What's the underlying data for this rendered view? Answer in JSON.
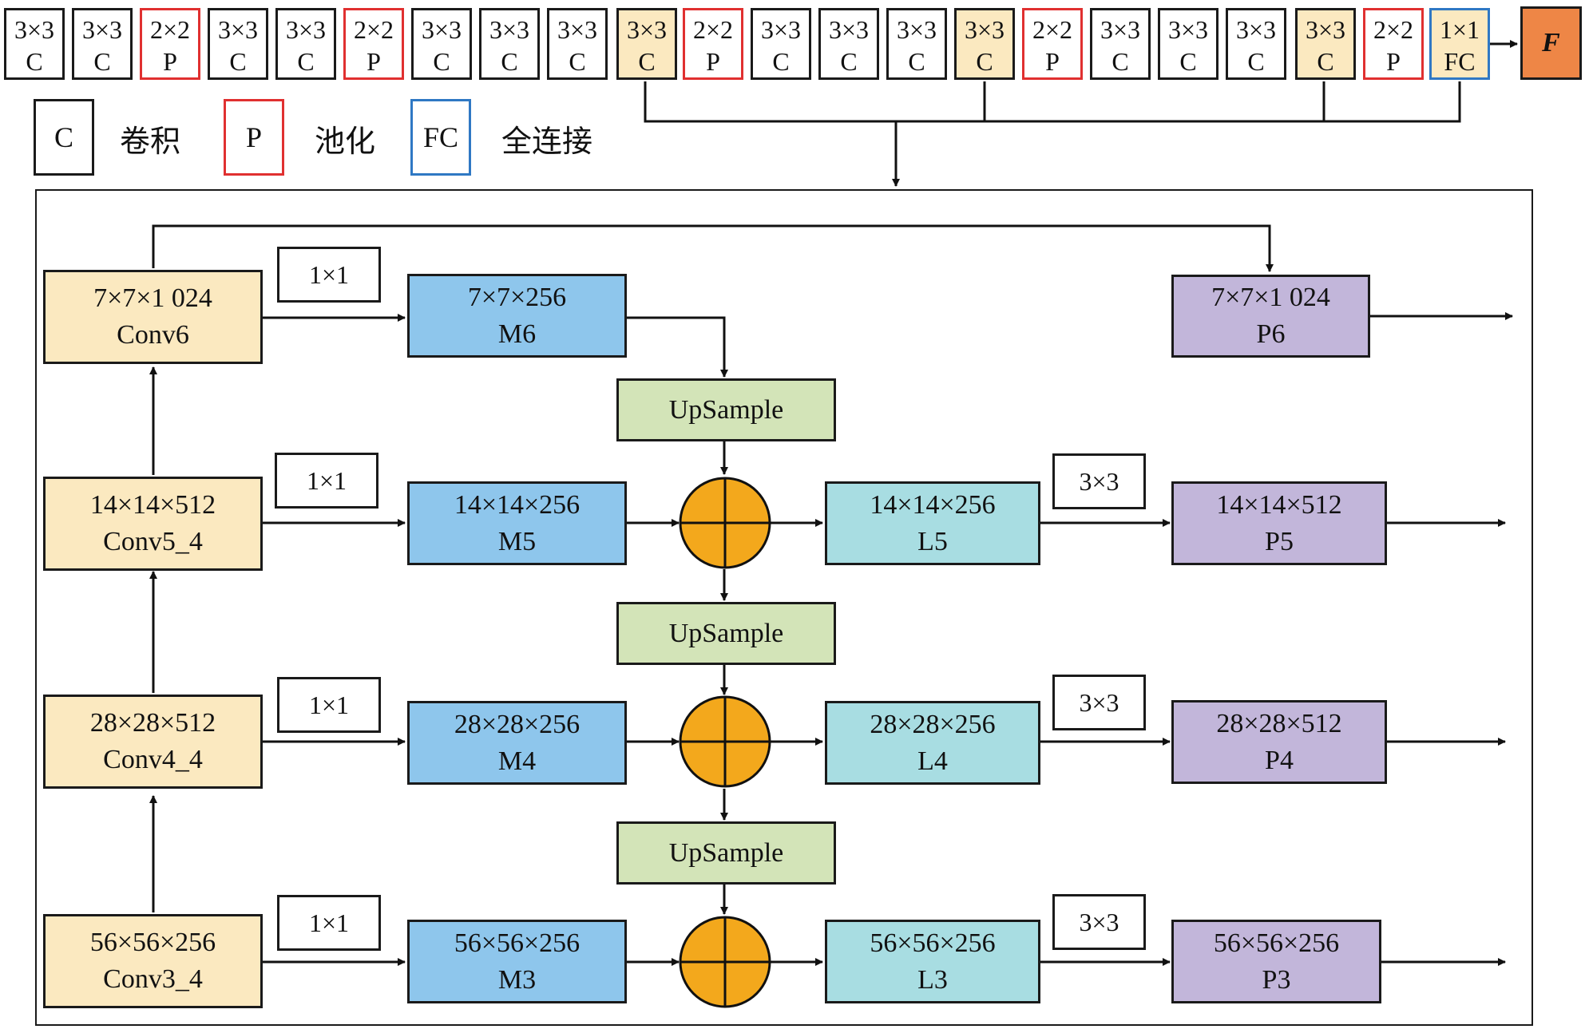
{
  "backbone": {
    "cells": [
      {
        "size": "3×3",
        "type": "C"
      },
      {
        "size": "3×3",
        "type": "C"
      },
      {
        "size": "2×2",
        "type": "P"
      },
      {
        "size": "3×3",
        "type": "C"
      },
      {
        "size": "3×3",
        "type": "C"
      },
      {
        "size": "2×2",
        "type": "P"
      },
      {
        "size": "3×3",
        "type": "C"
      },
      {
        "size": "3×3",
        "type": "C"
      },
      {
        "size": "3×3",
        "type": "C"
      },
      {
        "size": "3×3",
        "type": "C"
      },
      {
        "size": "2×2",
        "type": "P"
      },
      {
        "size": "3×3",
        "type": "C"
      },
      {
        "size": "3×3",
        "type": "C"
      },
      {
        "size": "3×3",
        "type": "C"
      },
      {
        "size": "3×3",
        "type": "C"
      },
      {
        "size": "2×2",
        "type": "P"
      },
      {
        "size": "3×3",
        "type": "C"
      },
      {
        "size": "3×3",
        "type": "C"
      },
      {
        "size": "3×3",
        "type": "C"
      },
      {
        "size": "3×3",
        "type": "C"
      },
      {
        "size": "2×2",
        "type": "P"
      },
      {
        "size": "1×1",
        "type": "FC"
      }
    ],
    "output_label": "F"
  },
  "legend": {
    "conv": {
      "symbol": "C",
      "text": "卷积"
    },
    "pool": {
      "symbol": "P",
      "text": "池化"
    },
    "fc": {
      "symbol": "FC",
      "text": "全连接"
    }
  },
  "fpn": {
    "conv6": {
      "shape": "7×7×1 024",
      "name": "Conv6"
    },
    "conv5_4": {
      "shape": "14×14×512",
      "name": "Conv5_4"
    },
    "conv4_4": {
      "shape": "28×28×512",
      "name": "Conv4_4"
    },
    "conv3_4": {
      "shape": "56×56×256",
      "name": "Conv3_4"
    },
    "m6": {
      "shape": "7×7×256",
      "name": "M6"
    },
    "m5": {
      "shape": "14×14×256",
      "name": "M5"
    },
    "m4": {
      "shape": "28×28×256",
      "name": "M4"
    },
    "m3": {
      "shape": "56×56×256",
      "name": "M3"
    },
    "l5": {
      "shape": "14×14×256",
      "name": "L5"
    },
    "l4": {
      "shape": "28×28×256",
      "name": "L4"
    },
    "l3": {
      "shape": "56×56×256",
      "name": "L3"
    },
    "p6": {
      "shape": "7×7×1 024",
      "name": "P6"
    },
    "p5": {
      "shape": "14×14×512",
      "name": "P5"
    },
    "p4": {
      "shape": "28×28×512",
      "name": "P4"
    },
    "p3": {
      "shape": "56×56×256",
      "name": "P3"
    },
    "upsample_label": "UpSample",
    "lateral_kernel": "1×1",
    "smooth_kernel": "3×3"
  },
  "colors": {
    "conv_fill": "#fbe9c0",
    "m_fill": "#8ec6ec",
    "l_fill": "#a8dde2",
    "p_fill": "#c2b6da",
    "upsample_fill": "#d3e4b8",
    "add_fill": "#f3a81c",
    "pool_border": "#e03030",
    "fc_border": "#2f78c4",
    "output_fill": "#ee8646"
  }
}
